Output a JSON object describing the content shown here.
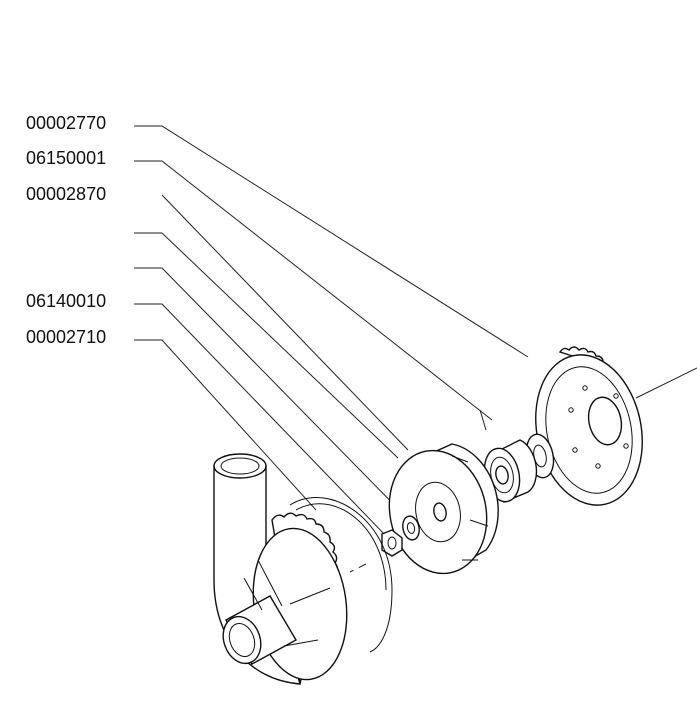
{
  "labels": [
    {
      "id": "label-1",
      "text": "00002770"
    },
    {
      "id": "label-2",
      "text": "06150001"
    },
    {
      "id": "label-3",
      "text": "00002870"
    },
    {
      "id": "label-4",
      "text": ""
    },
    {
      "id": "label-5",
      "text": ""
    },
    {
      "id": "label-6",
      "text": "06140010"
    },
    {
      "id": "label-7",
      "text": "00002710"
    }
  ]
}
